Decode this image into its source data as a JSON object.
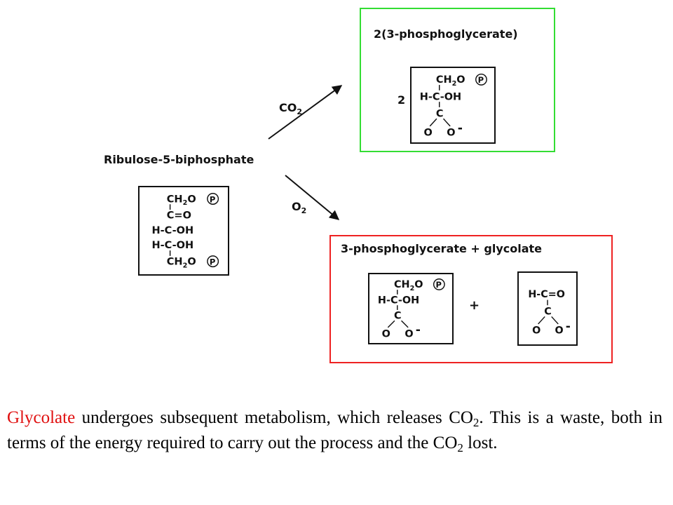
{
  "diagram": {
    "substrate_label": "Ribulose-5-biphosphate",
    "co2_label": {
      "base": "CO",
      "sub": "2"
    },
    "o2_label": {
      "base": "O",
      "sub": "2"
    },
    "product_top_title": "2(3-phosphoglycerate)",
    "product_top_coeff": "2",
    "product_bottom_title": "3-phosphoglycerate + glycolate",
    "plus_sign": "+",
    "colors": {
      "green_box": "#33dd33",
      "red_box": "#ee2222",
      "text": "#111111"
    }
  },
  "structures": {
    "ribulose": {
      "r1": {
        "base": "CH",
        "sub": "2",
        "rest": "O",
        "phos": "P"
      },
      "r2": "C=O",
      "r3": "H-C-OH",
      "r4": "H-C-OH",
      "r5": {
        "base": "CH",
        "sub": "2",
        "rest": "O",
        "phos": "P"
      }
    },
    "pga": {
      "r1": {
        "base": "CH",
        "sub": "2",
        "rest": "O",
        "phos": "P"
      },
      "r2": "H-C-OH",
      "r3": "C",
      "r4_left": "O",
      "r4_right": "O",
      "charge": "-"
    },
    "glycolate": {
      "r1": "H-C=O",
      "r2": "C",
      "r3_left": "O",
      "r3_right": "O",
      "charge": "-"
    }
  },
  "caption": {
    "highlight": "Glycolate",
    "part1": " undergoes subsequent metabolism, which releases CO",
    "sub1": "2",
    "part2": ". This is a waste, both in terms of the energy required to carry out the process and the CO",
    "sub2": "2",
    "part3": " lost."
  }
}
